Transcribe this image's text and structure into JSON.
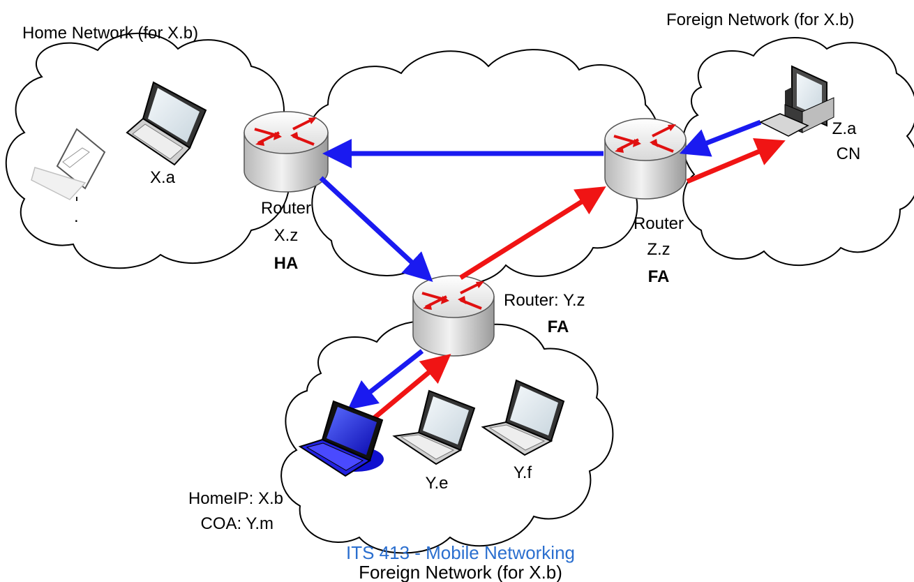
{
  "labels": {
    "home_network": "Home Network (for X.b)",
    "foreign_network_top": "Foreign Network (for X.b)",
    "foreign_network_bottom": "Foreign Network (for X.b)",
    "footer": "ITS 413 - Mobile Networking",
    "home_ip": "HomeIP: X.b",
    "coa": "COA: Y.m",
    "host_xa": "X.a",
    "host_ye": "Y.e",
    "host_yf": "Y.f",
    "host_za": "Z.a",
    "host_za_role": "CN",
    "router_x_line1": "Router",
    "router_x_line2": "X.z",
    "router_x_role": "HA",
    "router_z_line1": "Router",
    "router_z_line2": "Z.z",
    "router_z_role": "FA",
    "router_y_name": "Router: Y.z",
    "router_y_role": "FA",
    "stray_dot": "."
  },
  "colors": {
    "blue_path": "#1a1af0",
    "red_path": "#f01414",
    "footer_text": "#2b6fcf",
    "mobile_node": "#1c1cd8"
  }
}
